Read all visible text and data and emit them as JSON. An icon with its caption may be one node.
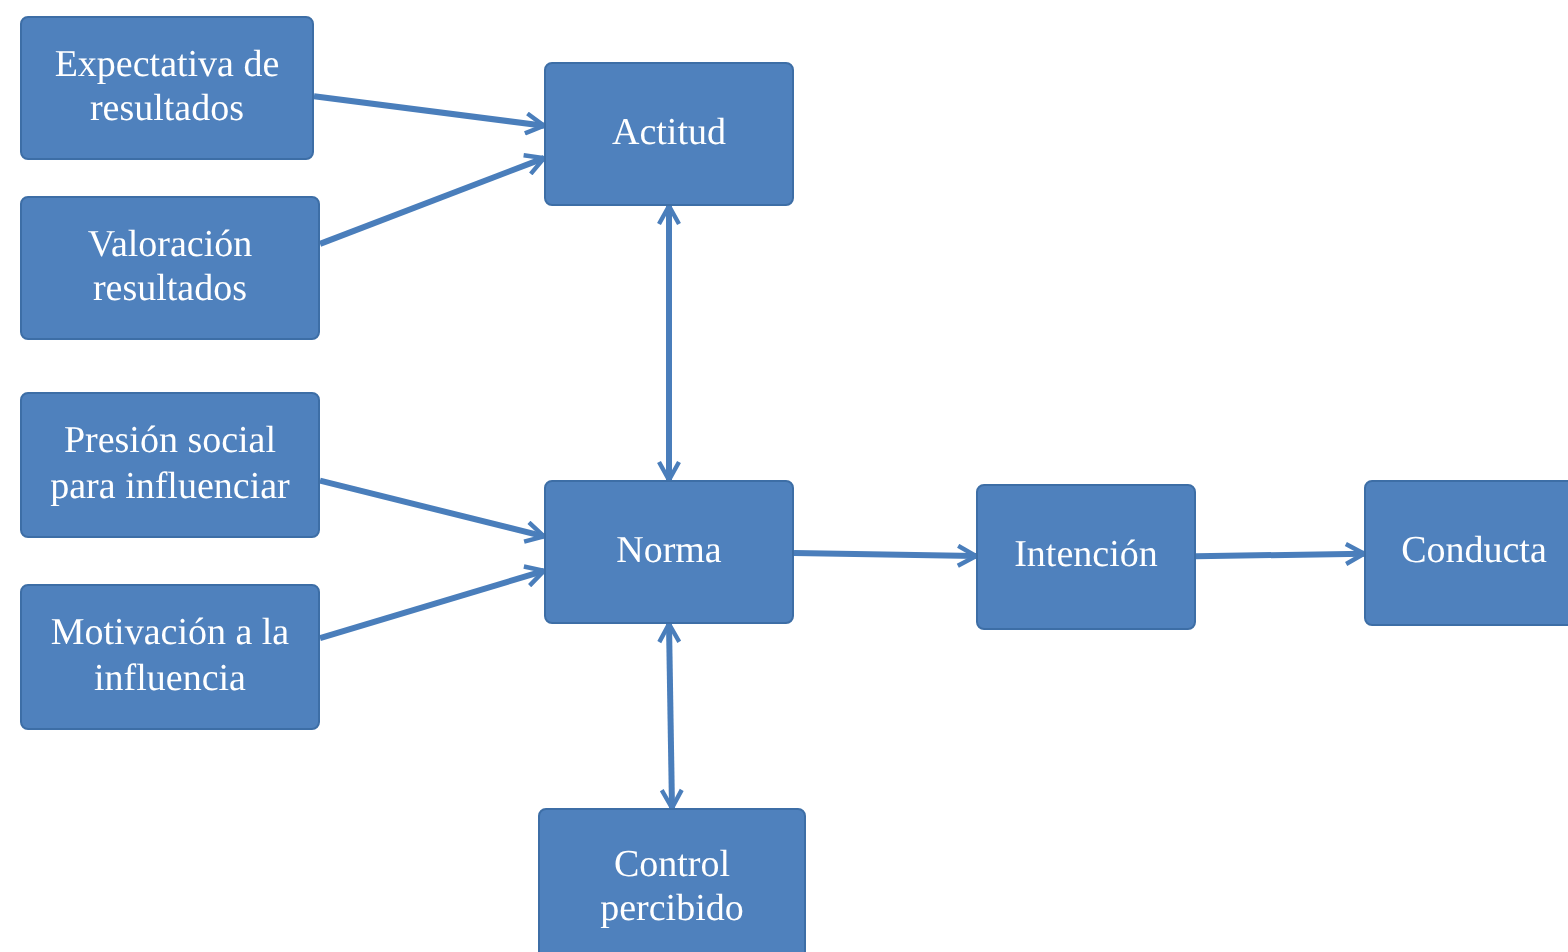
{
  "diagram": {
    "nodes": [
      {
        "text": [
          "Expectativa de resultados"
        ]
      },
      {
        "text": [
          "Valoración resultados"
        ]
      },
      {
        "text": [
          "Presión social para influenciar"
        ]
      },
      {
        "text": [
          "Motivación a la influencia"
        ]
      },
      {
        "text": [
          "Actitud"
        ]
      },
      {
        "text": [
          "Norma"
        ]
      },
      {
        "text": [
          "Intención"
        ]
      },
      {
        "text": [
          "Conducta"
        ]
      },
      {
        "text": [
          "Control percibido"
        ]
      }
    ],
    "edges": [
      {
        "from": 0,
        "to": 4,
        "arrow": "to"
      },
      {
        "from": 1,
        "to": 4,
        "arrow": "to"
      },
      {
        "from": 4,
        "to": 5,
        "arrow": "both"
      },
      {
        "from": 2,
        "to": 5,
        "arrow": "to"
      },
      {
        "from": 3,
        "to": 5,
        "arrow": "to"
      },
      {
        "from": 5,
        "to": 6,
        "arrow": "to"
      },
      {
        "from": 6,
        "to": 7,
        "arrow": "to"
      },
      {
        "from": 5,
        "to": 8,
        "arrow": "both"
      }
    ]
  }
}
